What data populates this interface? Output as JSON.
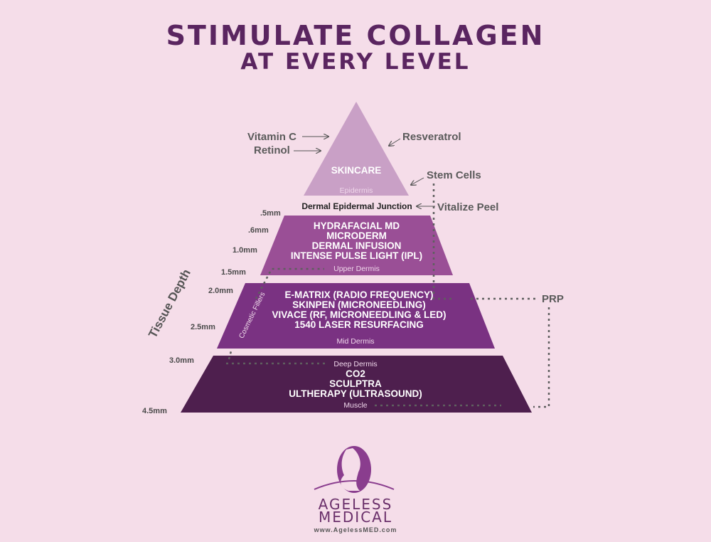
{
  "title": {
    "line1": "STIMULATE COLLAGEN",
    "line2": "AT EVERY LEVEL"
  },
  "colors": {
    "background": "#f5dde9",
    "title": "#5a2560",
    "tier_skincare": "#c9a0c6",
    "tier_upper": "#9a4f96",
    "tier_mid": "#7a3282",
    "tier_deep": "#4e1f4e",
    "arrow": "#555555"
  },
  "callouts": {
    "vitamin_c": "Vitamin C",
    "retinol": "Retinol",
    "resveratrol": "Resveratrol",
    "stem_cells": "Stem Cells",
    "vitalize_peel": "Vitalize Peel",
    "prp": "PRP"
  },
  "pyramid": {
    "skincare": {
      "label": "SKINCARE",
      "layer": "Epidermis"
    },
    "junction": "Dermal Epidermal Junction",
    "upper": {
      "treatments": [
        "HYDRAFACIAL MD",
        "MICRODERM",
        "DERMAL INFUSION",
        "INTENSE PULSE LIGHT (IPL)"
      ],
      "layer": "Upper Dermis"
    },
    "mid": {
      "treatments": [
        "E-MATRIX (RADIO FREQUENCY)",
        "SKINPEN (MICRONEEDLING)",
        "VIVACE (RF, MICRONEEDLING & LED)",
        "1540 LASER RESURFACING"
      ],
      "layer": "Mid Dermis"
    },
    "deep": {
      "layer_top": "Deep Dermis",
      "treatments": [
        "CO2",
        "SCULPTRA",
        "ULTHERAPY (ULTRASOUND)"
      ],
      "layer_bottom": "Muscle"
    }
  },
  "depths": [
    ".5mm",
    ".6mm",
    "1.0mm",
    "1.5mm",
    "2.0mm",
    "2.5mm",
    "3.0mm",
    "4.5mm"
  ],
  "axis_label": "Tissue Depth",
  "fillers_label": "Cosmetic Fillers",
  "brand": {
    "line1": "AGELESS",
    "line2": "MEDICAL",
    "url": "www.AgelessMED.com"
  }
}
